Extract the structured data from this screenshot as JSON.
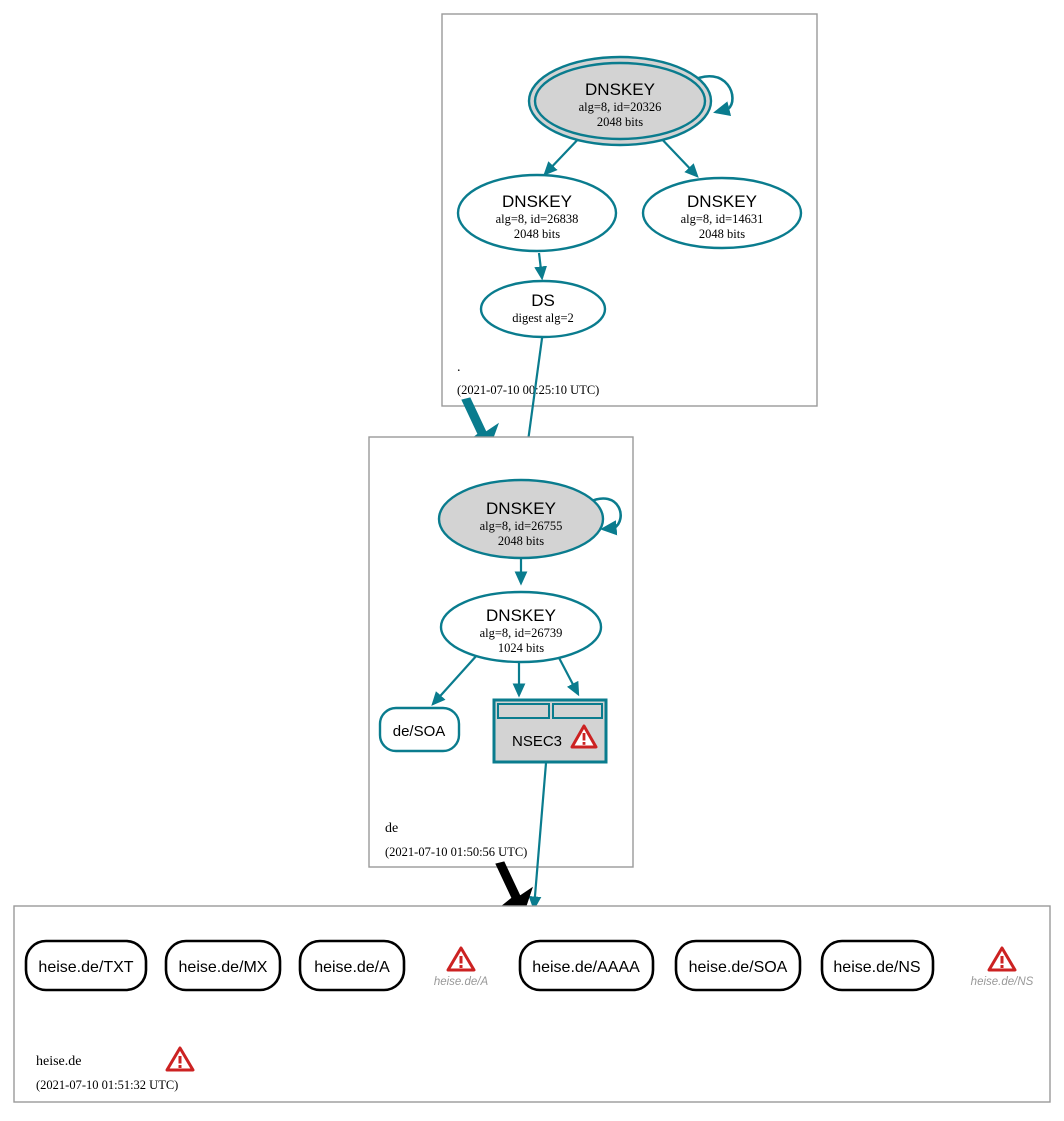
{
  "diagram": {
    "type": "dnssec-authentication-chain",
    "title": "DNSSEC authentication chain for heise.de",
    "colors": {
      "secure_teal": "#0a7c8e",
      "insecure_black": "#000000",
      "node_gray_fill": "#d3d3d3",
      "zone_border_gray": "#9a9a9a",
      "warning_red": "#cc2222",
      "warning_label_gray": "#999999",
      "white": "#ffffff"
    }
  },
  "zones": [
    {
      "id": "root",
      "name": ".",
      "timestamp": "(2021-07-10 00:25:10 UTC)",
      "nodes": [
        {
          "id": "root-ksk-20326",
          "shape": "double-ellipse",
          "kind": "trust-anchor",
          "fill": "gray",
          "title": "DNSKEY",
          "line2": "alg=8, id=20326",
          "line3": "2048 bits",
          "self_loop": true
        },
        {
          "id": "root-zsk-26838",
          "shape": "ellipse",
          "kind": "dnskey",
          "fill": "white",
          "title": "DNSKEY",
          "line2": "alg=8, id=26838",
          "line3": "2048 bits",
          "self_loop": false
        },
        {
          "id": "root-zsk-14631",
          "shape": "ellipse",
          "kind": "dnskey",
          "fill": "white",
          "title": "DNSKEY",
          "line2": "alg=8, id=14631",
          "line3": "2048 bits",
          "self_loop": false
        },
        {
          "id": "root-ds",
          "shape": "ellipse",
          "kind": "ds",
          "fill": "white",
          "title": "DS",
          "line2": "digest alg=2",
          "line3": "",
          "self_loop": false
        }
      ]
    },
    {
      "id": "de",
      "name": "de",
      "timestamp": "(2021-07-10 01:50:56 UTC)",
      "nodes": [
        {
          "id": "de-ksk-26755",
          "shape": "ellipse",
          "kind": "dnskey-sep",
          "fill": "gray",
          "title": "DNSKEY",
          "line2": "alg=8, id=26755",
          "line3": "2048 bits",
          "self_loop": true
        },
        {
          "id": "de-zsk-26739",
          "shape": "ellipse",
          "kind": "dnskey",
          "fill": "white",
          "title": "DNSKEY",
          "line2": "alg=8, id=26739",
          "line3": "1024 bits",
          "self_loop": false
        },
        {
          "id": "de-soa",
          "shape": "rounded-rect",
          "kind": "rrset-secure",
          "fill": "white",
          "label": "de/SOA"
        },
        {
          "id": "de-nsec3",
          "shape": "table",
          "kind": "nsec3",
          "fill": "gray",
          "label": "NSEC3",
          "has_warning": true,
          "header_cells": 2
        }
      ]
    },
    {
      "id": "heise.de",
      "name": "heise.de",
      "timestamp": "(2021-07-10 01:51:32 UTC)",
      "has_warning": true,
      "nodes": [
        {
          "id": "heise-txt",
          "shape": "rounded-rect",
          "kind": "rrset-insecure",
          "label": "heise.de/TXT"
        },
        {
          "id": "heise-mx",
          "shape": "rounded-rect",
          "kind": "rrset-insecure",
          "label": "heise.de/MX"
        },
        {
          "id": "heise-a",
          "shape": "rounded-rect",
          "kind": "rrset-insecure",
          "label": "heise.de/A"
        },
        {
          "id": "heise-a-warn",
          "shape": "warning",
          "kind": "error-marker",
          "label": "heise.de/A"
        },
        {
          "id": "heise-aaaa",
          "shape": "rounded-rect",
          "kind": "rrset-insecure",
          "label": "heise.de/AAAA"
        },
        {
          "id": "heise-soa",
          "shape": "rounded-rect",
          "kind": "rrset-insecure",
          "label": "heise.de/SOA"
        },
        {
          "id": "heise-ns",
          "shape": "rounded-rect",
          "kind": "rrset-insecure",
          "label": "heise.de/NS"
        },
        {
          "id": "heise-ns-warn",
          "shape": "warning",
          "kind": "error-marker",
          "label": "heise.de/NS"
        }
      ]
    }
  ],
  "edges": [
    {
      "from": "root-ksk-20326",
      "to": "root-ksk-20326",
      "style": "self-loop",
      "color": "teal"
    },
    {
      "from": "root-ksk-20326",
      "to": "root-zsk-26838",
      "style": "thin",
      "color": "teal"
    },
    {
      "from": "root-ksk-20326",
      "to": "root-zsk-14631",
      "style": "thin",
      "color": "teal"
    },
    {
      "from": "root-zsk-26838",
      "to": "root-ds",
      "style": "thin",
      "color": "teal"
    },
    {
      "from": "root-ds",
      "to": "de-ksk-26755",
      "style": "thin",
      "color": "teal"
    },
    {
      "from": "root",
      "to": "de",
      "style": "thick-delegation",
      "color": "teal"
    },
    {
      "from": "de-ksk-26755",
      "to": "de-ksk-26755",
      "style": "self-loop",
      "color": "teal"
    },
    {
      "from": "de-ksk-26755",
      "to": "de-zsk-26739",
      "style": "thin",
      "color": "teal"
    },
    {
      "from": "de-zsk-26739",
      "to": "de-soa",
      "style": "thin",
      "color": "teal"
    },
    {
      "from": "de-zsk-26739",
      "to": "de-nsec3",
      "style": "thin",
      "color": "teal"
    },
    {
      "from": "de-nsec3",
      "to": "heise.de",
      "style": "thin",
      "color": "teal"
    },
    {
      "from": "de",
      "to": "heise.de",
      "style": "thick-delegation",
      "color": "black"
    }
  ]
}
